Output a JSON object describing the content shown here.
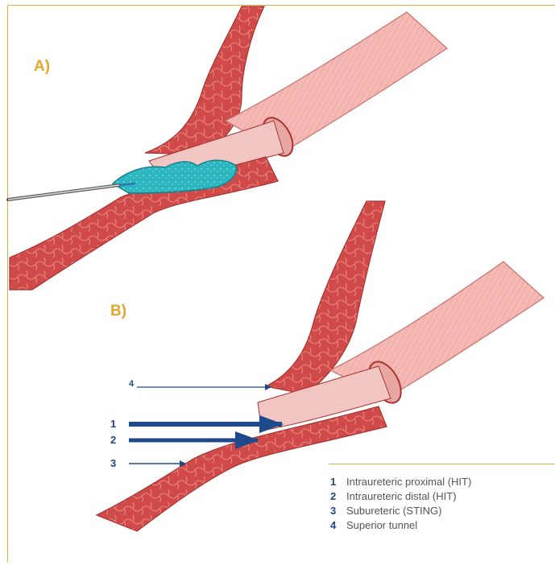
{
  "panels": {
    "a_label": "A)",
    "b_label": "B)"
  },
  "arrows": {
    "n1": "1",
    "n2": "2",
    "n3": "3",
    "n4": "4"
  },
  "legend": [
    {
      "key": "1",
      "text": "Intraureteric proximal (HIT)"
    },
    {
      "key": "2",
      "text": "Intraureteric distal (HIT)"
    },
    {
      "key": "3",
      "text": "Subureteric (STING)"
    },
    {
      "key": "4",
      "text": "Superior tunnel"
    }
  ],
  "colors": {
    "accent_gold": "#e2ae3c",
    "label_orange": "#e4a52c",
    "arrow_blue": "#1e4a8c",
    "tissue_red": "#d9534f",
    "tissue_pink": "#f3b4b0",
    "bulking_agent": "#27b7c2"
  },
  "icons": [
    "needle-icon",
    "arrow-icon"
  ]
}
